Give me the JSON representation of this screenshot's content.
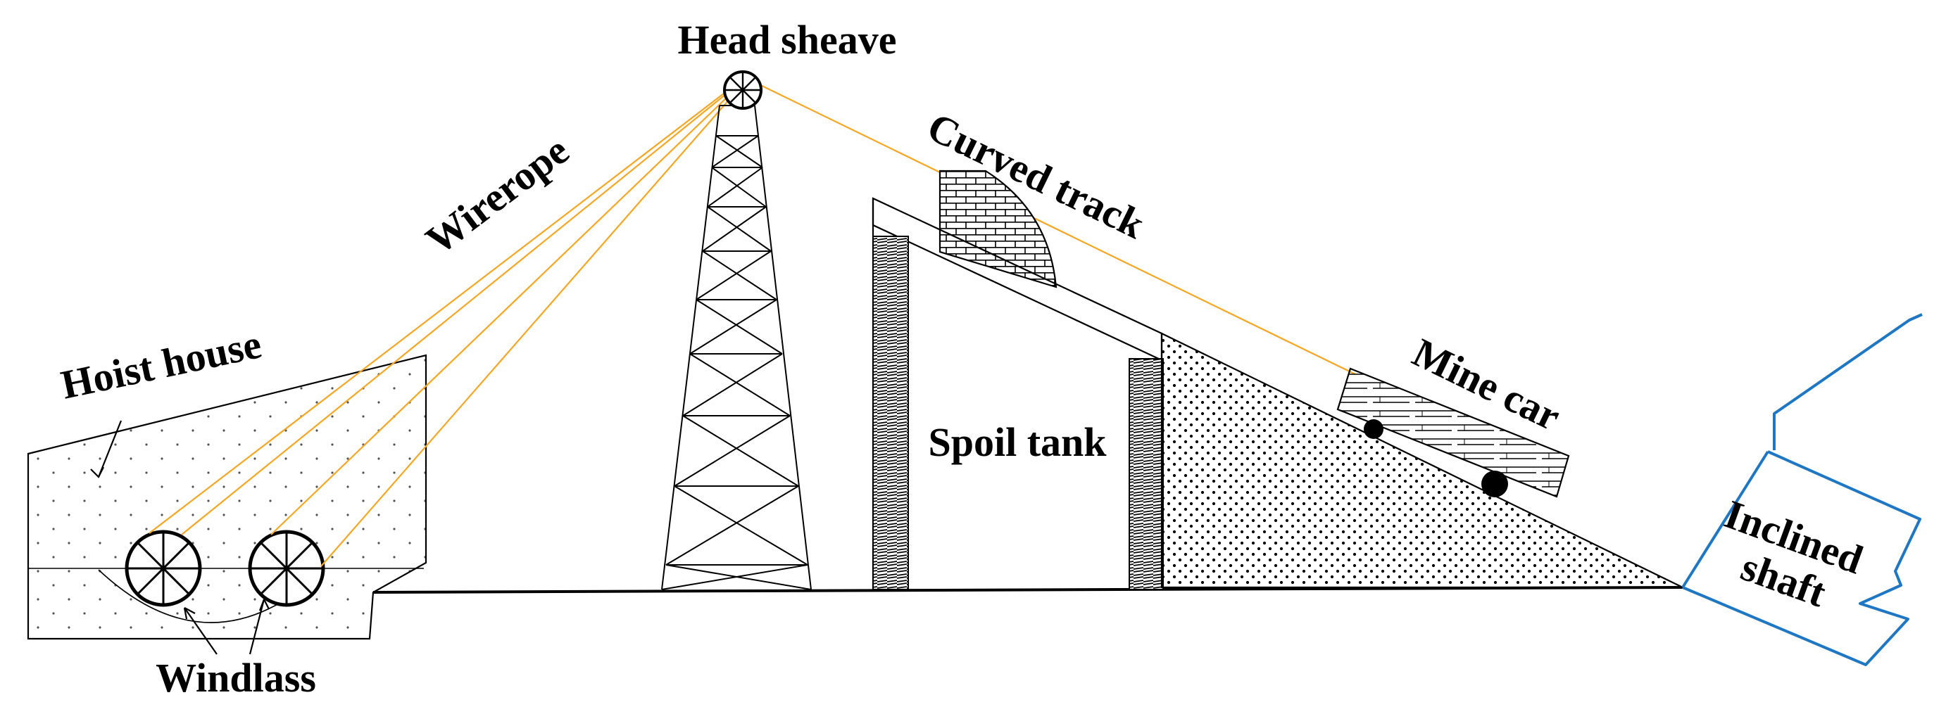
{
  "labels": {
    "head_sheave": "Head sheave",
    "wirerope": "Wirerope",
    "curved_track": "Curved track",
    "hoist_house": "Hoist house",
    "spoil_tank": "Spoil tank",
    "mine_car": "Mine car",
    "inclined_shaft": "Inclined shaft",
    "windlass": "Windlass"
  },
  "colors": {
    "line": "#000000",
    "rope": "#f5a623",
    "shaft": "#1f77c4",
    "background": "#ffffff"
  }
}
